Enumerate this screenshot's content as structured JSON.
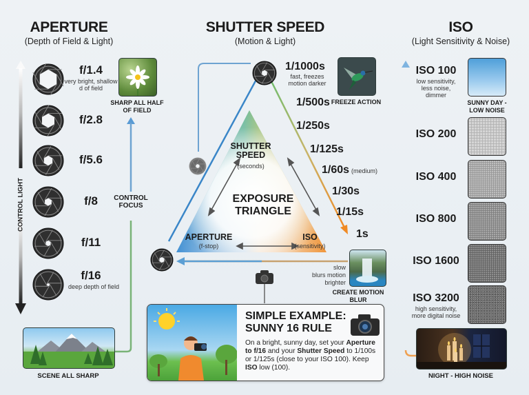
{
  "aperture": {
    "title": "APERTURE",
    "subtitle": "(Depth of Field & Light)",
    "side_label": "CONTROL LIGHT",
    "stops": [
      {
        "label": "f/1.4",
        "note": "very bright, shallow d of field",
        "opening": 0.75
      },
      {
        "label": "f/2.8",
        "note": "",
        "opening": 0.55
      },
      {
        "label": "f/5.6",
        "note": "",
        "opening": 0.38
      },
      {
        "label": "f/8",
        "note": "",
        "opening": 0.3
      },
      {
        "label": "f/11",
        "note": "",
        "opening": 0.22
      },
      {
        "label": "f/16",
        "note": "deep depth of field",
        "opening": 0.12
      }
    ],
    "photo_top_caption": "SHARP ALL HALF OF FIELD",
    "focus_label": "CONTROL FOCUS",
    "photo_bottom_caption": "SCENE ALL SHARP"
  },
  "shutter": {
    "title": "SHUTTER SPEED",
    "subtitle": "(Motion & Light)",
    "speeds": [
      {
        "label": "1/1000s",
        "note": "fast, freezes motion darker"
      },
      {
        "label": "1/500s",
        "note": ""
      },
      {
        "label": "1/250s",
        "note": ""
      },
      {
        "label": "1/125s",
        "note": ""
      },
      {
        "label": "1/60s",
        "note": "(medium)"
      },
      {
        "label": "1/30s",
        "note": ""
      },
      {
        "label": "1/15s",
        "note": ""
      },
      {
        "label": "1s",
        "note": ""
      }
    ],
    "freeze_caption": "FREEZE ACTION",
    "slow_note": [
      "slow",
      "blurs motion",
      "brighter"
    ],
    "blur_caption": "CREATE MOTION BLUR"
  },
  "triangle": {
    "top_label": "SHUTTER SPEED",
    "top_sub": "(seconds)",
    "center_label": "EXPOSURE TRIANGLE",
    "left_label": "APERTURE",
    "left_sub": "(f-stop)",
    "right_label": "ISO",
    "right_sub": "(sensitivity)"
  },
  "iso": {
    "title": "ISO",
    "subtitle": "(Light Sensitivity & Noise)",
    "levels": [
      {
        "label": "ISO 100",
        "note": "low sensitivity, less noise, dimmer",
        "caption": "SUNNY DAY - LOW NOISE",
        "noise": 0
      },
      {
        "label": "ISO 200",
        "note": "",
        "caption": "",
        "noise": 0.15
      },
      {
        "label": "ISO 400",
        "note": "",
        "caption": "",
        "noise": 0.3
      },
      {
        "label": "ISO 800",
        "note": "",
        "caption": "",
        "noise": 0.45
      },
      {
        "label": "ISO 1600",
        "note": "",
        "caption": "",
        "noise": 0.62
      },
      {
        "label": "ISO 3200",
        "note": "high sensitivity, more digital noise",
        "caption": "",
        "noise": 0.8
      }
    ],
    "night_caption": "NIGHT - HIGH NOISE"
  },
  "example": {
    "title_line1": "SIMPLE EXAMPLE:",
    "title_line2": "SUNNY 16 RULE",
    "body_parts": [
      {
        "text": "On a bright, sunny day, set your ",
        "bold": false
      },
      {
        "text": "Aperture to f/16",
        "bold": true
      },
      {
        "text": " and your ",
        "bold": false
      },
      {
        "text": "Shutter Speed",
        "bold": true
      },
      {
        "text": " to 1/100s or 1/125s (close to your ISO 100). Keep ",
        "bold": false
      },
      {
        "text": "ISO",
        "bold": true
      },
      {
        "text": " low (100).",
        "bold": false
      }
    ]
  },
  "colors": {
    "aperture_blue": "#3a86c8",
    "shutter_green": "#4caf62",
    "iso_orange": "#f08a24",
    "dark": "#2f2f2f"
  }
}
